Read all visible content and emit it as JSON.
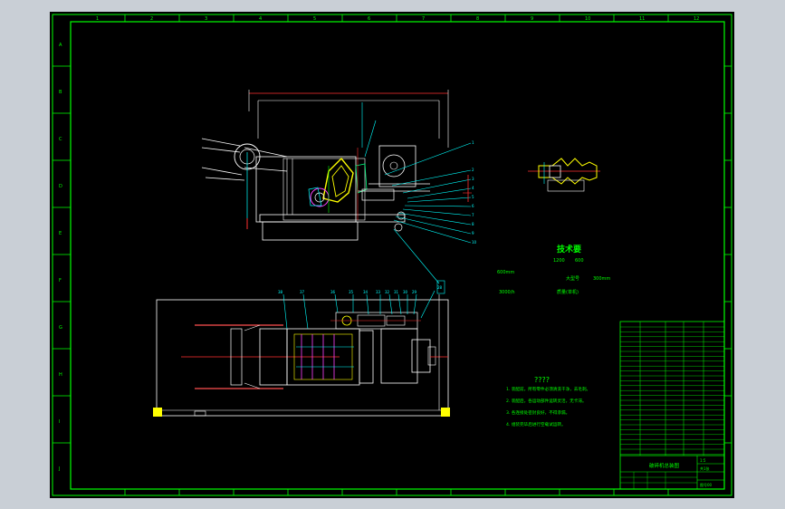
{
  "tech_title": "技术要",
  "specs": [
    {
      "label": "1200",
      "value": "600"
    },
    {
      "label": "大型号",
      "value": "300mm"
    },
    {
      "label": "600mm",
      "value": ""
    },
    {
      "label": "3000/h",
      "value": "质量(单机)"
    }
  ],
  "notes_title": "????",
  "notes": [
    "1.  装配前，所有零件必须清洗干净，去毛刺。",
    "2.  装配后，各运动部件运转灵活，无卡滞。",
    "3.  各连接处密封良好，不得渗漏。",
    "4.  组装完毕后进行空载试运转。"
  ],
  "title_block": {
    "drawing_name": "破碎机总装图",
    "scale": "1:5",
    "sheet": "共1张",
    "code": "图号00"
  },
  "border_numbers": [
    "1",
    "2",
    "3",
    "4",
    "5",
    "6",
    "7",
    "8",
    "9",
    "10",
    "11",
    "12"
  ],
  "border_letters": [
    "A",
    "B",
    "C",
    "D",
    "E",
    "F",
    "G",
    "H",
    "I",
    "J"
  ]
}
